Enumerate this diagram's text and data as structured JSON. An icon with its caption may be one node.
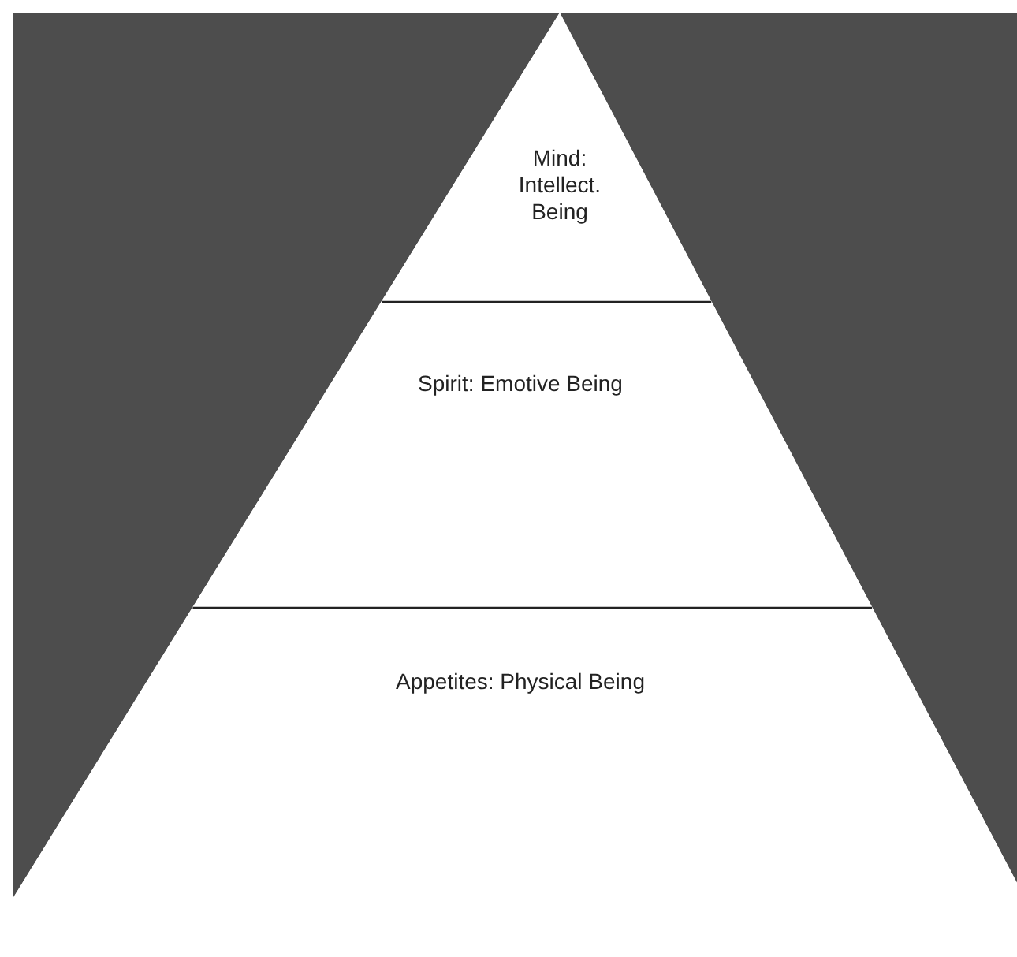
{
  "diagram": {
    "nodes": [
      {
        "text": [
          "Mind: Intellect. Being"
        ]
      },
      {
        "text": [
          "Spirit: Emotive Being"
        ]
      },
      {
        "text": [
          "Appetites: Physical Being"
        ]
      }
    ]
  }
}
